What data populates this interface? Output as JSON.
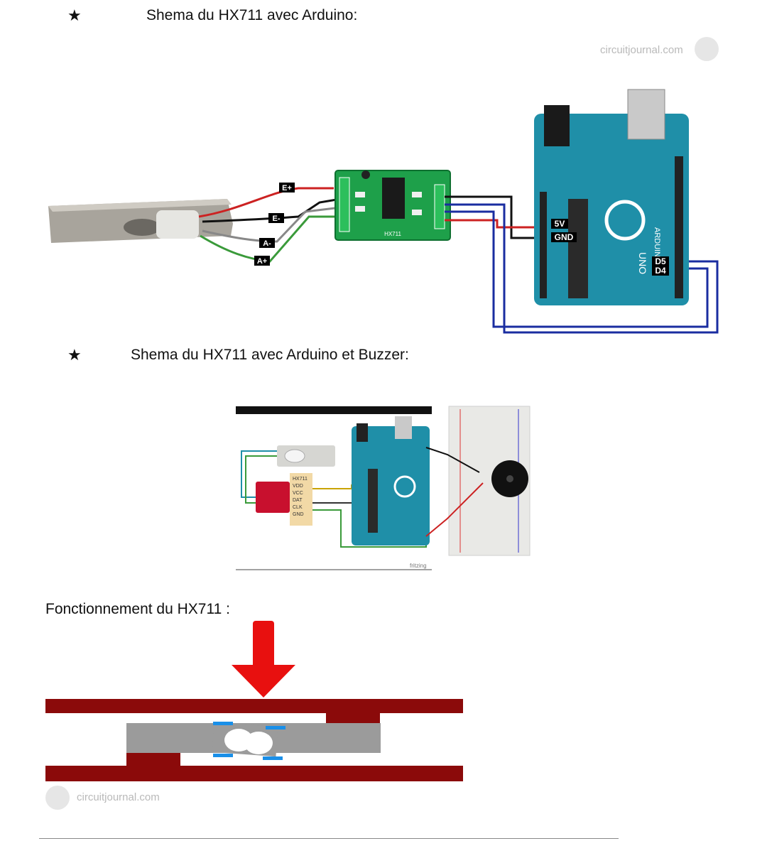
{
  "sections": {
    "s1_title": "Shema du HX711 avec Arduino:",
    "s2_title": "Shema du HX711 avec Arduino et Buzzer:",
    "s3_title": "Fonctionnement du HX711 :"
  },
  "bullet_symbol": "★",
  "watermark": "circuitjournal.com",
  "diagram1": {
    "wire_labels": [
      "E+",
      "E-",
      "A-",
      "A+"
    ],
    "module_label": "HX711",
    "arduino_labels": [
      "5V",
      "GND",
      "D5",
      "D4"
    ],
    "board_text": "ARDUINO",
    "board_model": "UNO"
  },
  "diagram2": {
    "module_pins": [
      "HX711",
      "VDD",
      "VCC",
      "DAT",
      "CLK",
      "GND"
    ],
    "fritzing": "fritzing"
  },
  "colors": {
    "pcb_green": "#1ea04a",
    "arduino_blue": "#1f8fa8",
    "wire_red": "#d8261f",
    "wire_blue": "#1a2da0",
    "beam_dark_red": "#8b0a0a",
    "beam_gray": "#9b9b9b",
    "arrow_red": "#e8100f"
  }
}
